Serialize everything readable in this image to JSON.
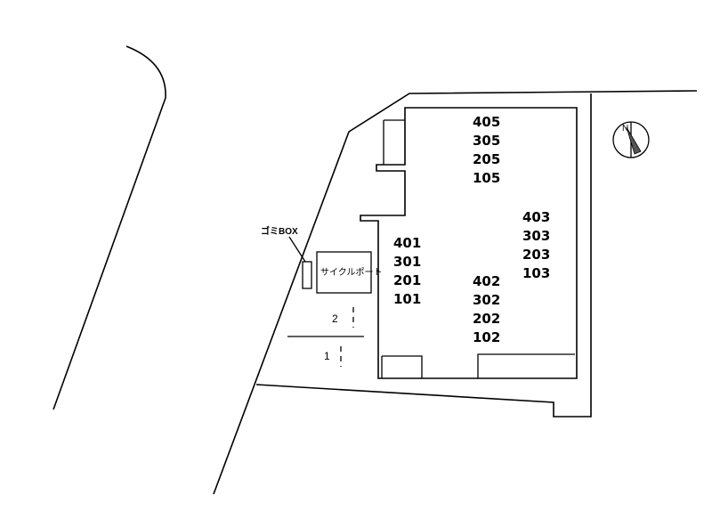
{
  "units": {
    "group_05": [
      "405",
      "305",
      "205",
      "105"
    ],
    "group_03": [
      "403",
      "303",
      "203",
      "103"
    ],
    "group_01": [
      "401",
      "301",
      "201",
      "101"
    ],
    "group_02": [
      "402",
      "302",
      "202",
      "102"
    ]
  },
  "labels": {
    "garbage_box": "ゴミBOX",
    "cycle_port": "サイクルポート",
    "parking_1": "1",
    "parking_2": "2"
  }
}
